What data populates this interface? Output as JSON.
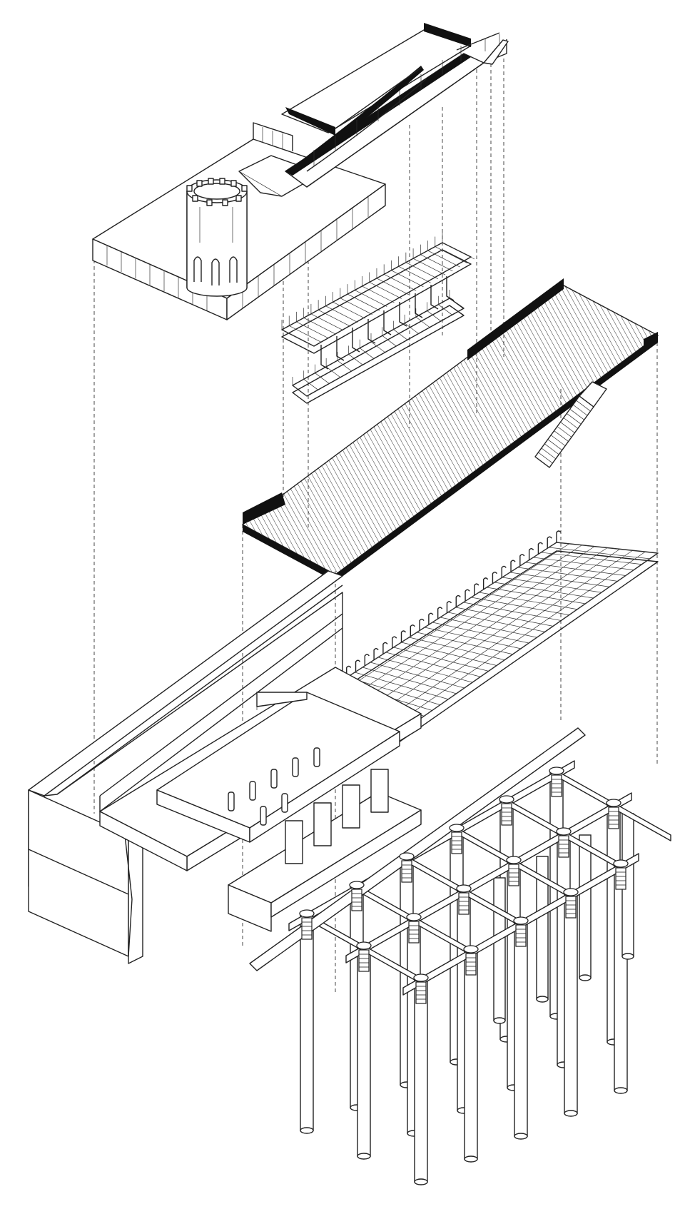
{
  "figure": {
    "kind": "exploded axonometric line drawing of a pier structure",
    "colors": {
      "line": "#222222",
      "background": "#ffffff",
      "solid": "#111111"
    },
    "layers": [
      {
        "id": "viewing-deck",
        "icon": "deck-with-tower"
      },
      {
        "id": "upper-rebar-cage",
        "icon": "rebar-cage"
      },
      {
        "id": "main-deck",
        "icon": "slatted-deck"
      },
      {
        "id": "lower-rebar-mesh",
        "icon": "rebar-mesh"
      },
      {
        "id": "foundation-and-piles",
        "icon": "pile-foundation"
      }
    ]
  }
}
